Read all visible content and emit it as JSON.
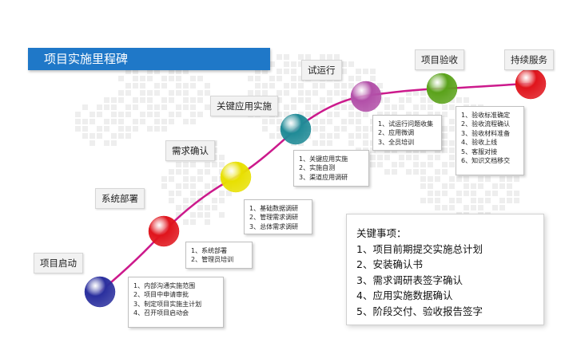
{
  "title": "项目实施里程碑",
  "milestones": [
    {
      "label": "项目启动",
      "color": "#2a2f9e",
      "tasks": [
        "1、内部沟通实施范围",
        "2、项目中申请审批",
        "3、制定项目实施主计划",
        "4、召开项目启动会"
      ]
    },
    {
      "label": "系统部署",
      "color": "#e0141c",
      "tasks": [
        "1、系统部署",
        "2、管理员培训"
      ]
    },
    {
      "label": "需求确认",
      "color": "#e8e000",
      "tasks": [
        "1、基础数据调研",
        "2、管理需求调研",
        "3、总体需求调研"
      ]
    },
    {
      "label": "关键应用实施",
      "color": "#1f8a96",
      "tasks": [
        "1、关键应用实施",
        "2、实施自测",
        "3、渠道应用调研"
      ]
    },
    {
      "label": "试运行",
      "color": "#b24fa8",
      "tasks": [
        "1、试运行问题收集",
        "2、应用微调",
        "3、全员培训"
      ]
    },
    {
      "label": "项目验收",
      "color": "#5aa21a",
      "tasks": [
        "1、验收标准确定",
        "2、验收流程确认",
        "3、验收材料准备",
        "4、验收上线",
        "5、客服对接",
        "6、知识文档移交"
      ]
    },
    {
      "label": "持续服务",
      "color": "#e0141c",
      "tasks": []
    }
  ],
  "key_items": {
    "heading": "关键事项：",
    "items": [
      "1、项目前期提交实施总计划",
      "2、安装确认书",
      "3、需求调研表签字确认",
      "4、应用实施数据确认",
      "5、阶段交付、验收报告签字"
    ]
  },
  "colors": {
    "banner": "#1f78c8",
    "path": "#cc1a8c"
  }
}
